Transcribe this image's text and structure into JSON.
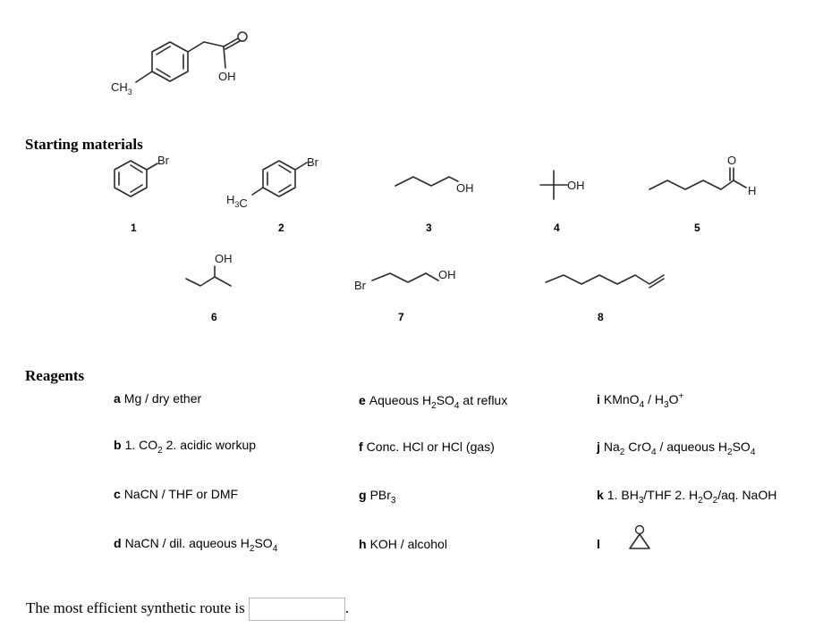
{
  "target": {
    "ch3_label": "CH3",
    "oh_label": "OH"
  },
  "starting_materials": {
    "heading": "Starting materials",
    "compounds": [
      {
        "number": "1",
        "labels": [
          "Br"
        ]
      },
      {
        "number": "2",
        "labels": [
          "Br",
          "H3C"
        ]
      },
      {
        "number": "3",
        "labels": [
          "OH"
        ]
      },
      {
        "number": "4",
        "labels": [
          "OH"
        ]
      },
      {
        "number": "5",
        "labels": [
          "O",
          "H"
        ]
      },
      {
        "number": "6",
        "labels": [
          "OH"
        ]
      },
      {
        "number": "7",
        "labels": [
          "Br",
          "OH"
        ]
      },
      {
        "number": "8",
        "labels": []
      }
    ]
  },
  "reagents": {
    "heading": "Reagents",
    "items": [
      {
        "letter": "a",
        "text": "Mg / dry ether"
      },
      {
        "letter": "b",
        "text": "1. CO2   2. acidic workup"
      },
      {
        "letter": "c",
        "text": "NaCN / THF or  DMF"
      },
      {
        "letter": "d",
        "text": "NaCN / dil. aqueous H2SO4"
      },
      {
        "letter": "e",
        "text": "Aqueous H2SO4 at reflux"
      },
      {
        "letter": "f",
        "text": "Conc. HCl or HCl (gas)"
      },
      {
        "letter": "g",
        "text": "PBr3"
      },
      {
        "letter": "h",
        "text": "KOH / alcohol"
      },
      {
        "letter": "i",
        "text": "KMnO4 / H3O+"
      },
      {
        "letter": "j",
        "text": "Na2 CrO4 / aqueous H2SO4"
      },
      {
        "letter": "k",
        "text": "1. BH3/THF   2. H2O2/aq. NaOH"
      },
      {
        "letter": "l",
        "text": ""
      }
    ],
    "epoxide_oxygen": "O"
  },
  "question": {
    "prefix": "The most efficient synthetic route is",
    "answer_value": "",
    "suffix": "."
  }
}
